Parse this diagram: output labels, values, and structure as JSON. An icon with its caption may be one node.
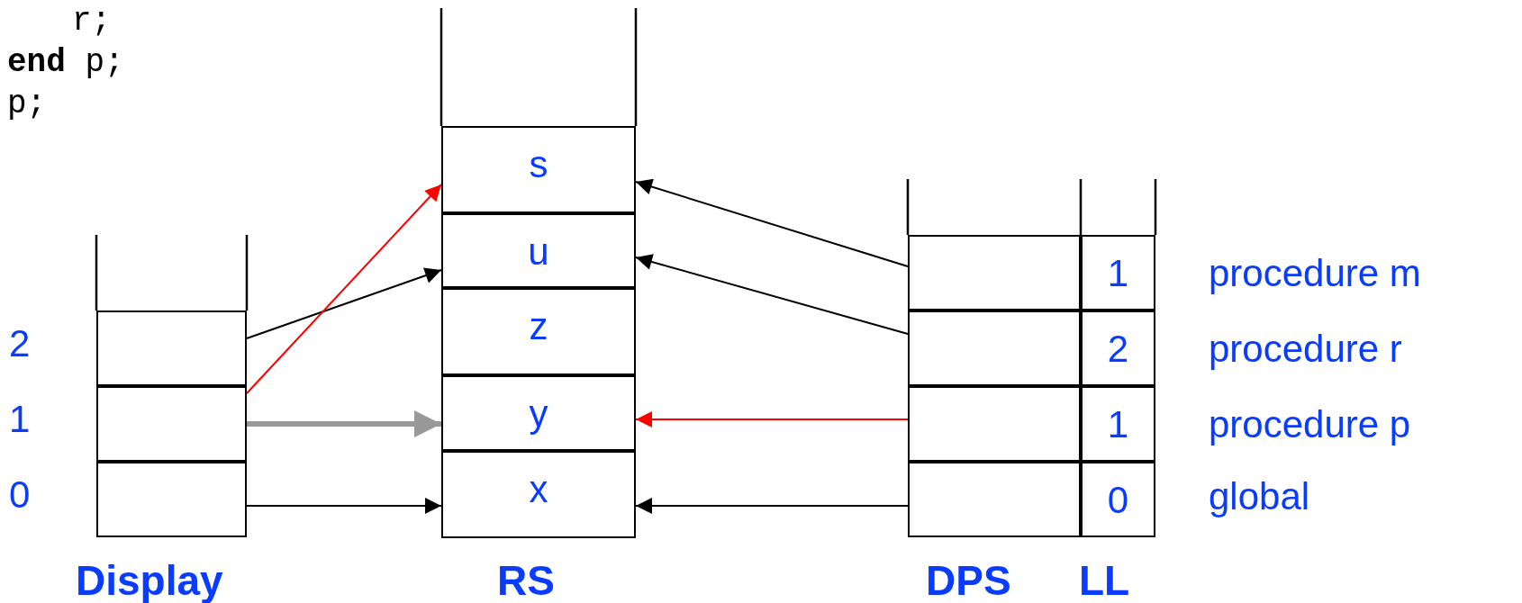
{
  "diagram": {
    "nodes": [
      {
        "text": [],
        "shape": "box",
        "beside": [
          "2"
        ]
      },
      {
        "text": [],
        "shape": "box",
        "beside": [
          "1"
        ]
      },
      {
        "text": [],
        "shape": "box",
        "beside": [
          "0"
        ]
      },
      {
        "text": [
          "s"
        ]
      },
      {
        "text": [
          "u"
        ]
      },
      {
        "text": [
          "z"
        ]
      },
      {
        "text": [
          "y"
        ]
      },
      {
        "text": [
          "x"
        ]
      },
      {
        "text": [],
        "shape": "box"
      },
      {
        "text": [
          "1"
        ],
        "beside": [
          "procedure m"
        ]
      },
      {
        "text": [],
        "shape": "box"
      },
      {
        "text": [
          "2"
        ],
        "beside": [
          "procedure r"
        ]
      },
      {
        "text": [],
        "shape": "box"
      },
      {
        "text": [
          "1"
        ],
        "beside": [
          "procedure p"
        ]
      },
      {
        "text": [],
        "shape": "box"
      },
      {
        "text": [
          "0"
        ],
        "beside": [
          "global"
        ]
      }
    ],
    "edges": [
      {
        "from": 0,
        "to": 4,
        "arrow": "to"
      },
      {
        "from": 1,
        "to": 3,
        "arrow": "to",
        "color": "#ff0000"
      },
      {
        "from": 1,
        "to": 6,
        "arrow": "to",
        "style": "thick",
        "color": "#999999"
      },
      {
        "from": 2,
        "to": 7,
        "arrow": "to"
      },
      {
        "from": 8,
        "to": 3,
        "arrow": "to"
      },
      {
        "from": 10,
        "to": 4,
        "arrow": "to"
      },
      {
        "from": 12,
        "to": 6,
        "arrow": "to",
        "color": "#ff0000"
      },
      {
        "from": 14,
        "to": 7,
        "arrow": "to"
      }
    ],
    "labels": [
      "r;",
      "**end** p;",
      "p;",
      "Display",
      "RS",
      "DPS",
      "LL"
    ]
  }
}
